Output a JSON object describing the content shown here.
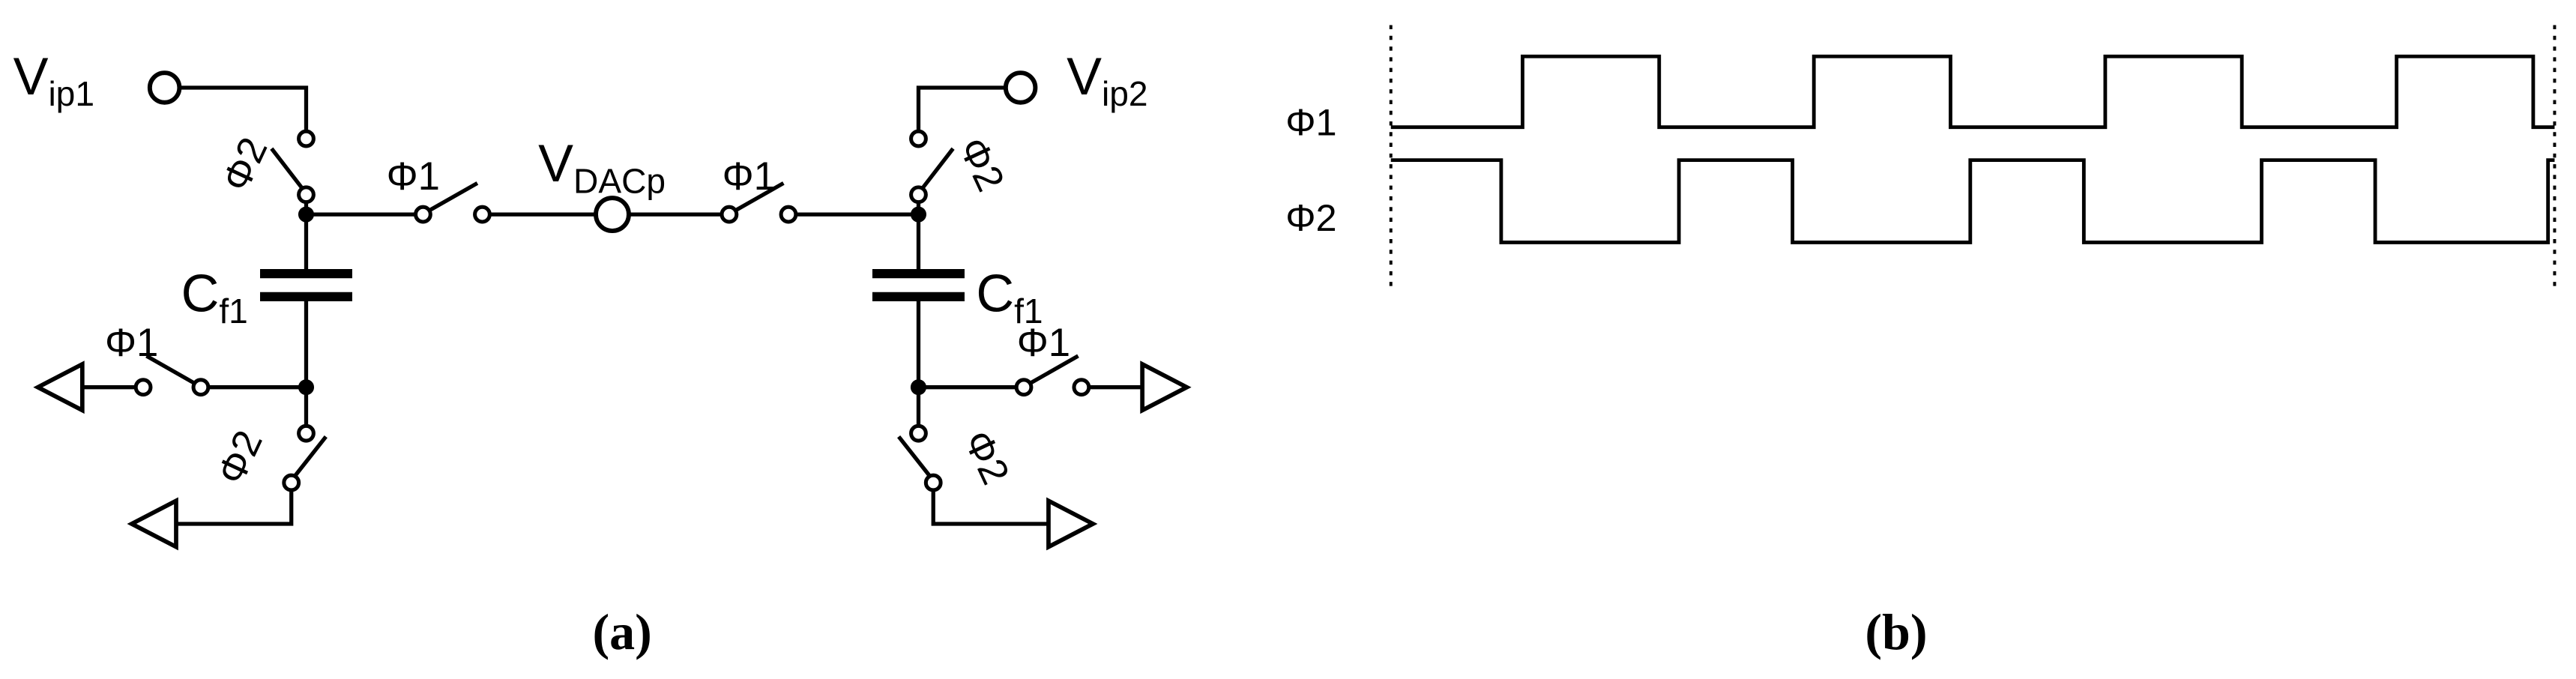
{
  "circuit": {
    "v_ip1": {
      "main": "V",
      "sub": "ip1"
    },
    "v_ip2": {
      "main": "V",
      "sub": "ip2"
    },
    "v_dacp": {
      "main": "V",
      "sub": "DACp"
    },
    "c_f1": {
      "main": "C",
      "sub": "f1"
    },
    "phi1": "Φ1",
    "phi2": "Φ2",
    "caption": "(a)"
  },
  "timing": {
    "phi1": "Φ1",
    "phi2": "Φ2",
    "caption": "(b)"
  }
}
